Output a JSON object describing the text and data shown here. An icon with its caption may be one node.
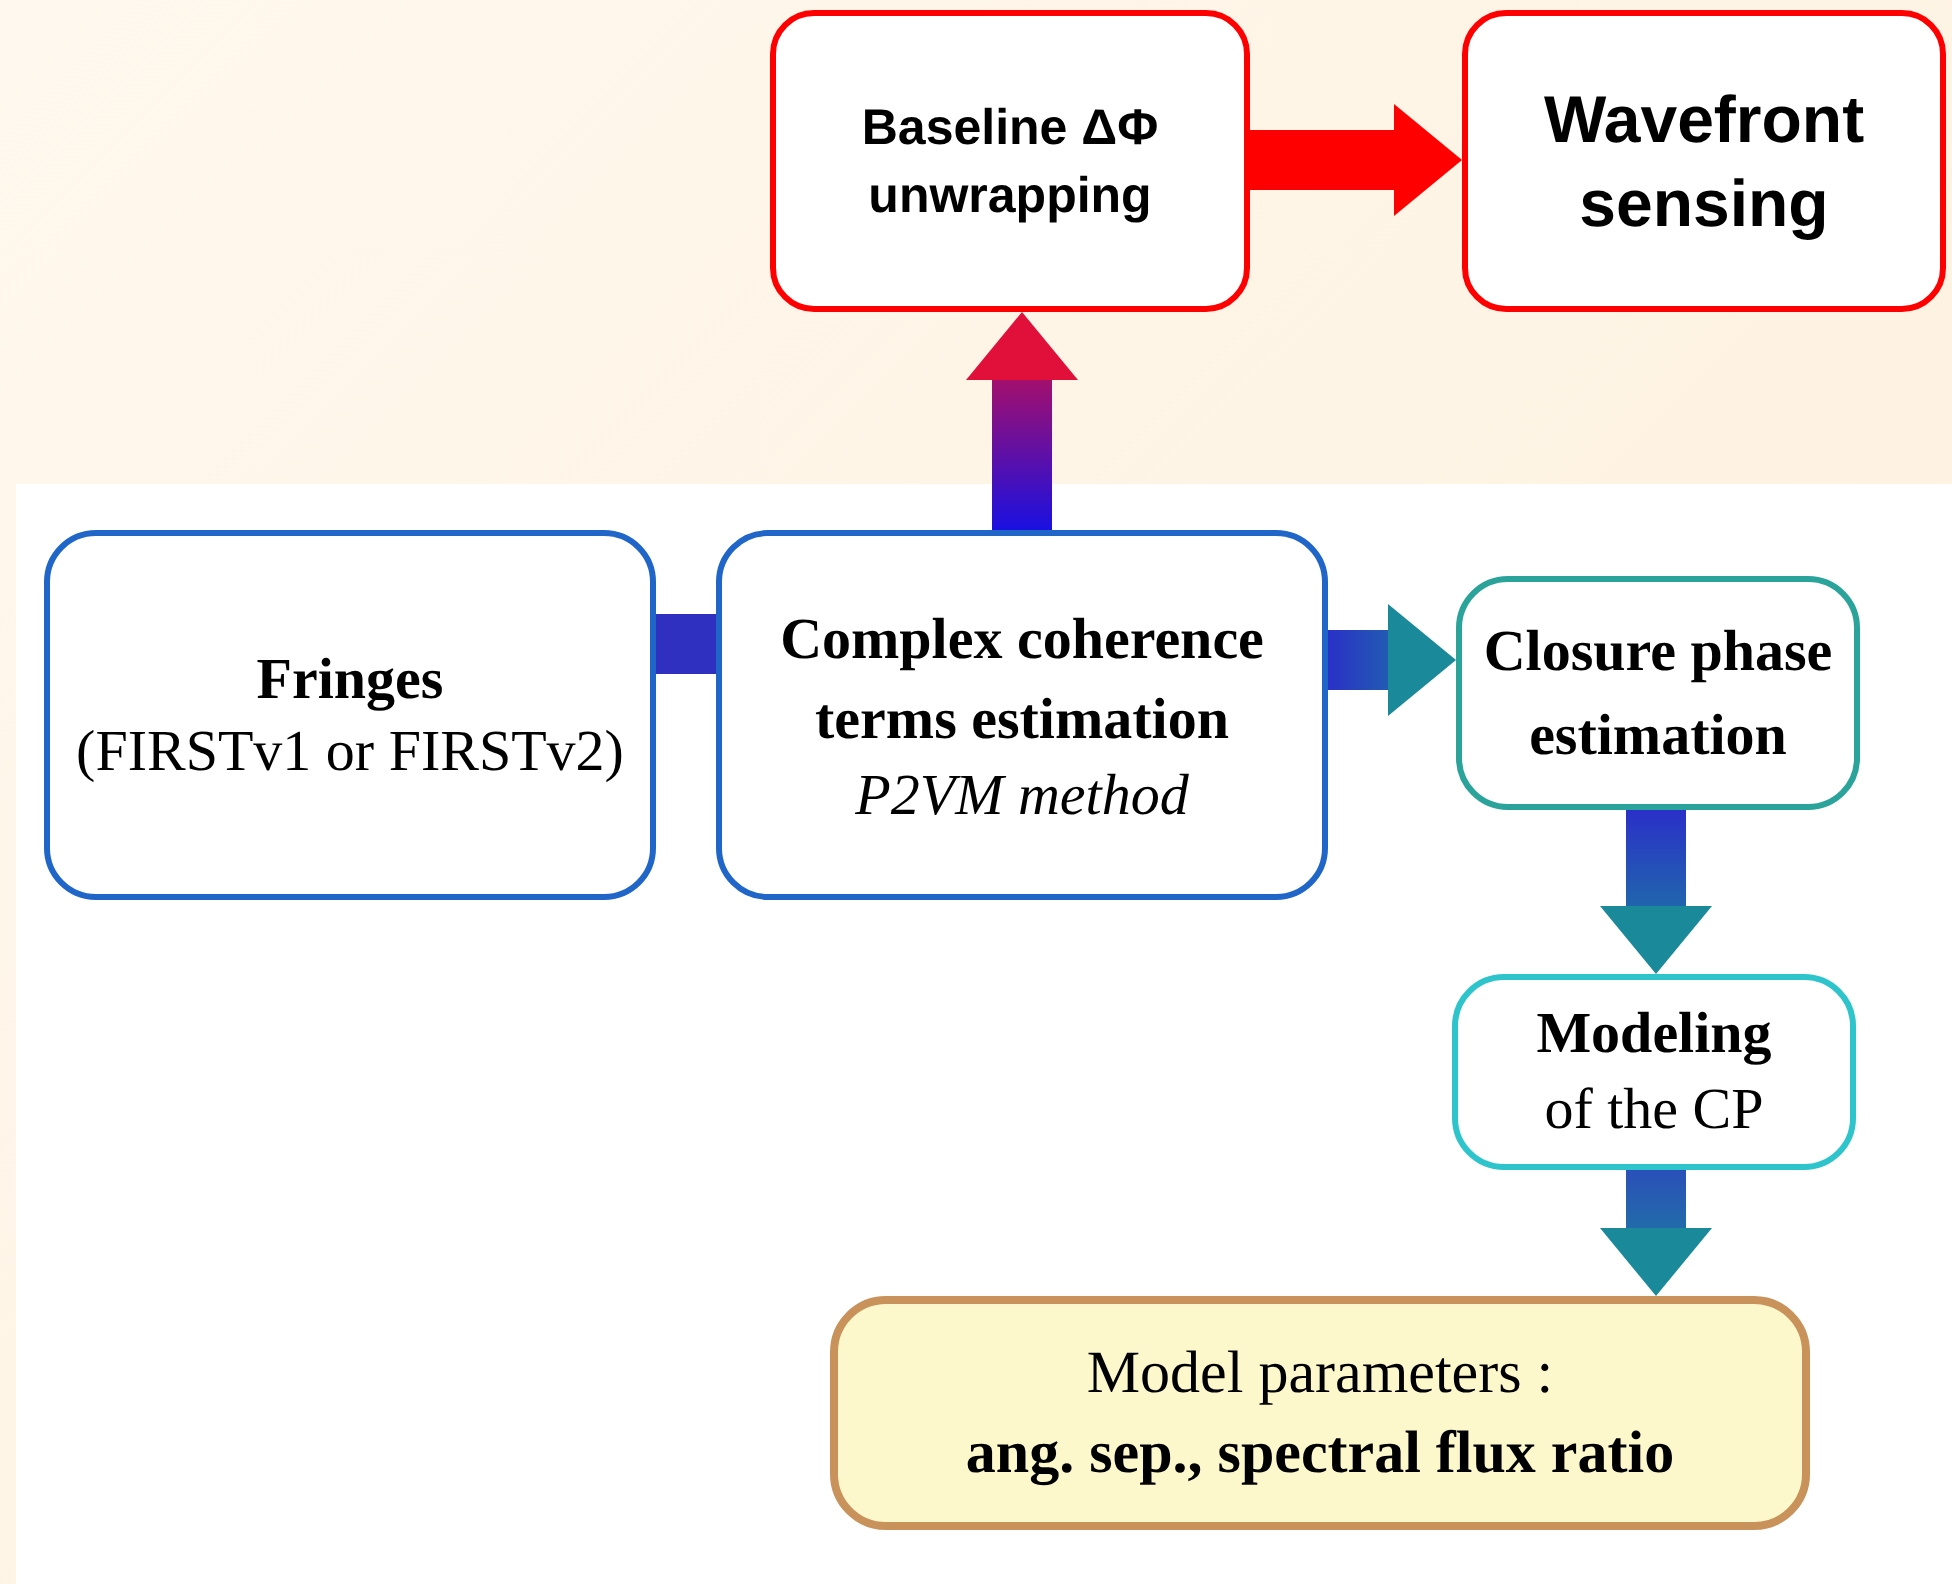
{
  "diagram": {
    "nodes": [
      {
        "text": [
          "Baseline ΔΦ unwrapping"
        ]
      },
      {
        "text": [
          "Wavefront sensing"
        ]
      },
      {
        "text": [
          "Fringes",
          "(FIRSTv1 or FIRSTv2)"
        ]
      },
      {
        "text": [
          "Complex coherence terms estimation",
          "P2VM method"
        ]
      },
      {
        "text": [
          "Closure phase estimation"
        ]
      },
      {
        "text": [
          "Modeling",
          "of the CP"
        ]
      },
      {
        "text": [
          "Model parameters :",
          "ang. sep., spectral flux ratio"
        ]
      }
    ],
    "edges": [
      {
        "from": 0,
        "to": 1,
        "arrow": "to",
        "color": "#ff0000"
      },
      {
        "from": 3,
        "to": 0,
        "arrow": "to",
        "color": "#e0103a"
      },
      {
        "from": 2,
        "to": 3,
        "arrow": "none"
      },
      {
        "from": 3,
        "to": 4,
        "arrow": "to"
      },
      {
        "from": 4,
        "to": 5,
        "arrow": "to"
      },
      {
        "from": 5,
        "to": 6,
        "arrow": "to"
      }
    ]
  }
}
